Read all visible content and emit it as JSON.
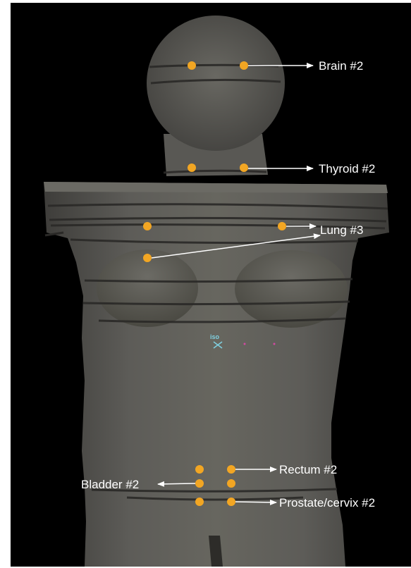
{
  "colors": {
    "background": "#000000",
    "page": "#ffffff",
    "phantom": "#5a5955",
    "marker": "#f2a623",
    "arrow": "#ffffff",
    "label": "#ffffff",
    "iso": "#7fd0e0"
  },
  "image": {
    "subject": "anthropomorphic phantom surface rendering with dosimeter positions",
    "iso_label": "iso"
  },
  "annotations": [
    {
      "id": "brain",
      "label": "Brain #2"
    },
    {
      "id": "thyroid",
      "label": "Thyroid #2"
    },
    {
      "id": "lung",
      "label": "Lung #3"
    },
    {
      "id": "rectum",
      "label": "Rectum #2"
    },
    {
      "id": "bladder",
      "label": "Bladder #2"
    },
    {
      "id": "prostate",
      "label": "Prostate/cervix #2"
    }
  ]
}
